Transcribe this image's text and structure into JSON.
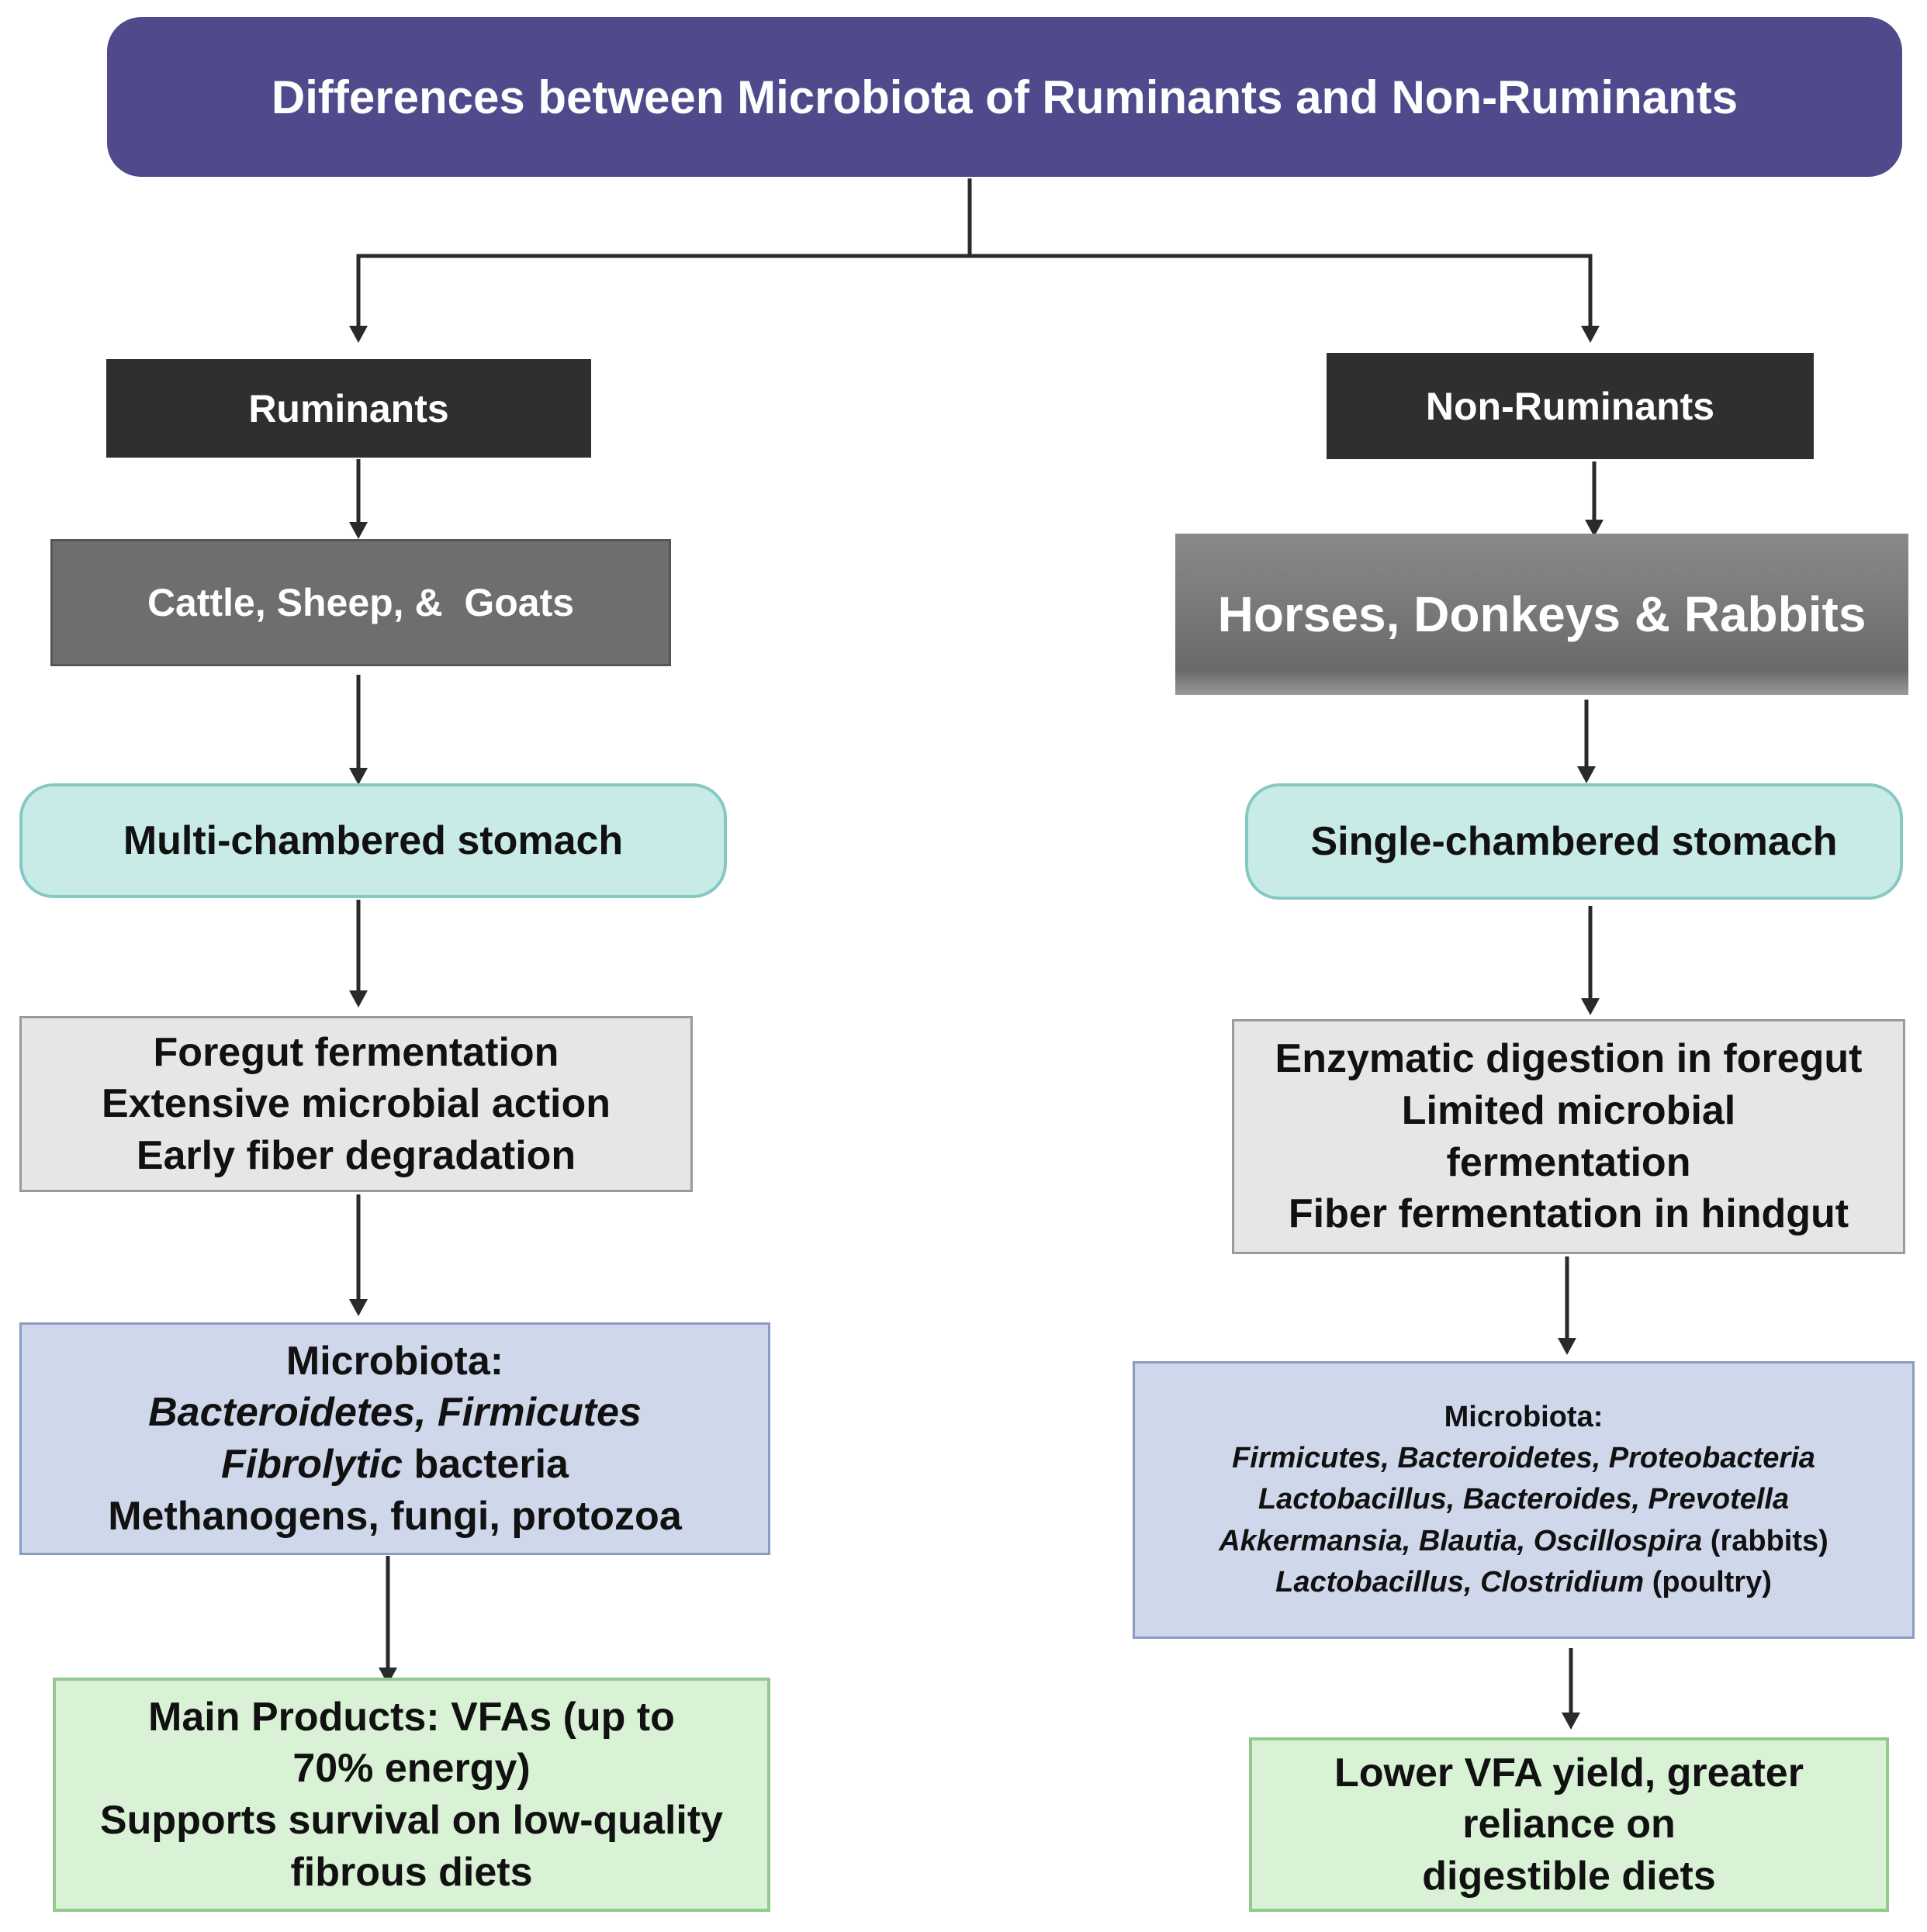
{
  "title": "Differences between Microbiota of Ruminants and Non-Ruminants",
  "colors": {
    "title_bg": "#4f4a8c",
    "category_bg": "#2f2f2f",
    "animals_bg": "#6e6e6e",
    "stomach_bg": "#c8ebe7",
    "process_bg": "#e6e6e6",
    "microbiota_bg": "#cfd8ea",
    "products_bg": "#d9f2d6",
    "arrow": "#2a2a2a"
  },
  "left": {
    "category": "Ruminants",
    "animals": "Cattle, Sheep, &  Goats",
    "stomach": "Multi-chambered stomach",
    "process": [
      "Foregut fermentation",
      "Extensive microbial action",
      "Early fiber degradation"
    ],
    "microbiota": {
      "heading": "Microbiota:",
      "line1": "Bacteroidetes, Firmicutes",
      "line2_italic": "Fibrolytic",
      "line2_rest": " bacteria",
      "line3": "Methanogens, fungi, protozoa"
    },
    "products": [
      "Main Products: VFAs (up to",
      "70% energy)",
      "Supports survival on low-quality",
      "fibrous diets"
    ]
  },
  "right": {
    "category": "Non-Ruminants",
    "animals": "Horses, Donkeys & Rabbits",
    "stomach": "Single-chambered stomach",
    "process": [
      "Enzymatic digestion in foregut",
      "Limited microbial",
      "fermentation",
      "Fiber fermentation in hindgut"
    ],
    "microbiota": {
      "heading": "Microbiota:",
      "line1": "Firmicutes, Bacteroidetes, Proteobacteria",
      "line2": "Lactobacillus, Bacteroides, Prevotella",
      "line3_italic": "Akkermansia, Blautia, Oscillospira",
      "line3_rest": " (rabbits)",
      "line4_italic": "Lactobacillus, Clostridium",
      "line4_rest": " (poultry)"
    },
    "outcome": [
      "Lower VFA yield, greater",
      "reliance on",
      "digestible diets"
    ]
  }
}
